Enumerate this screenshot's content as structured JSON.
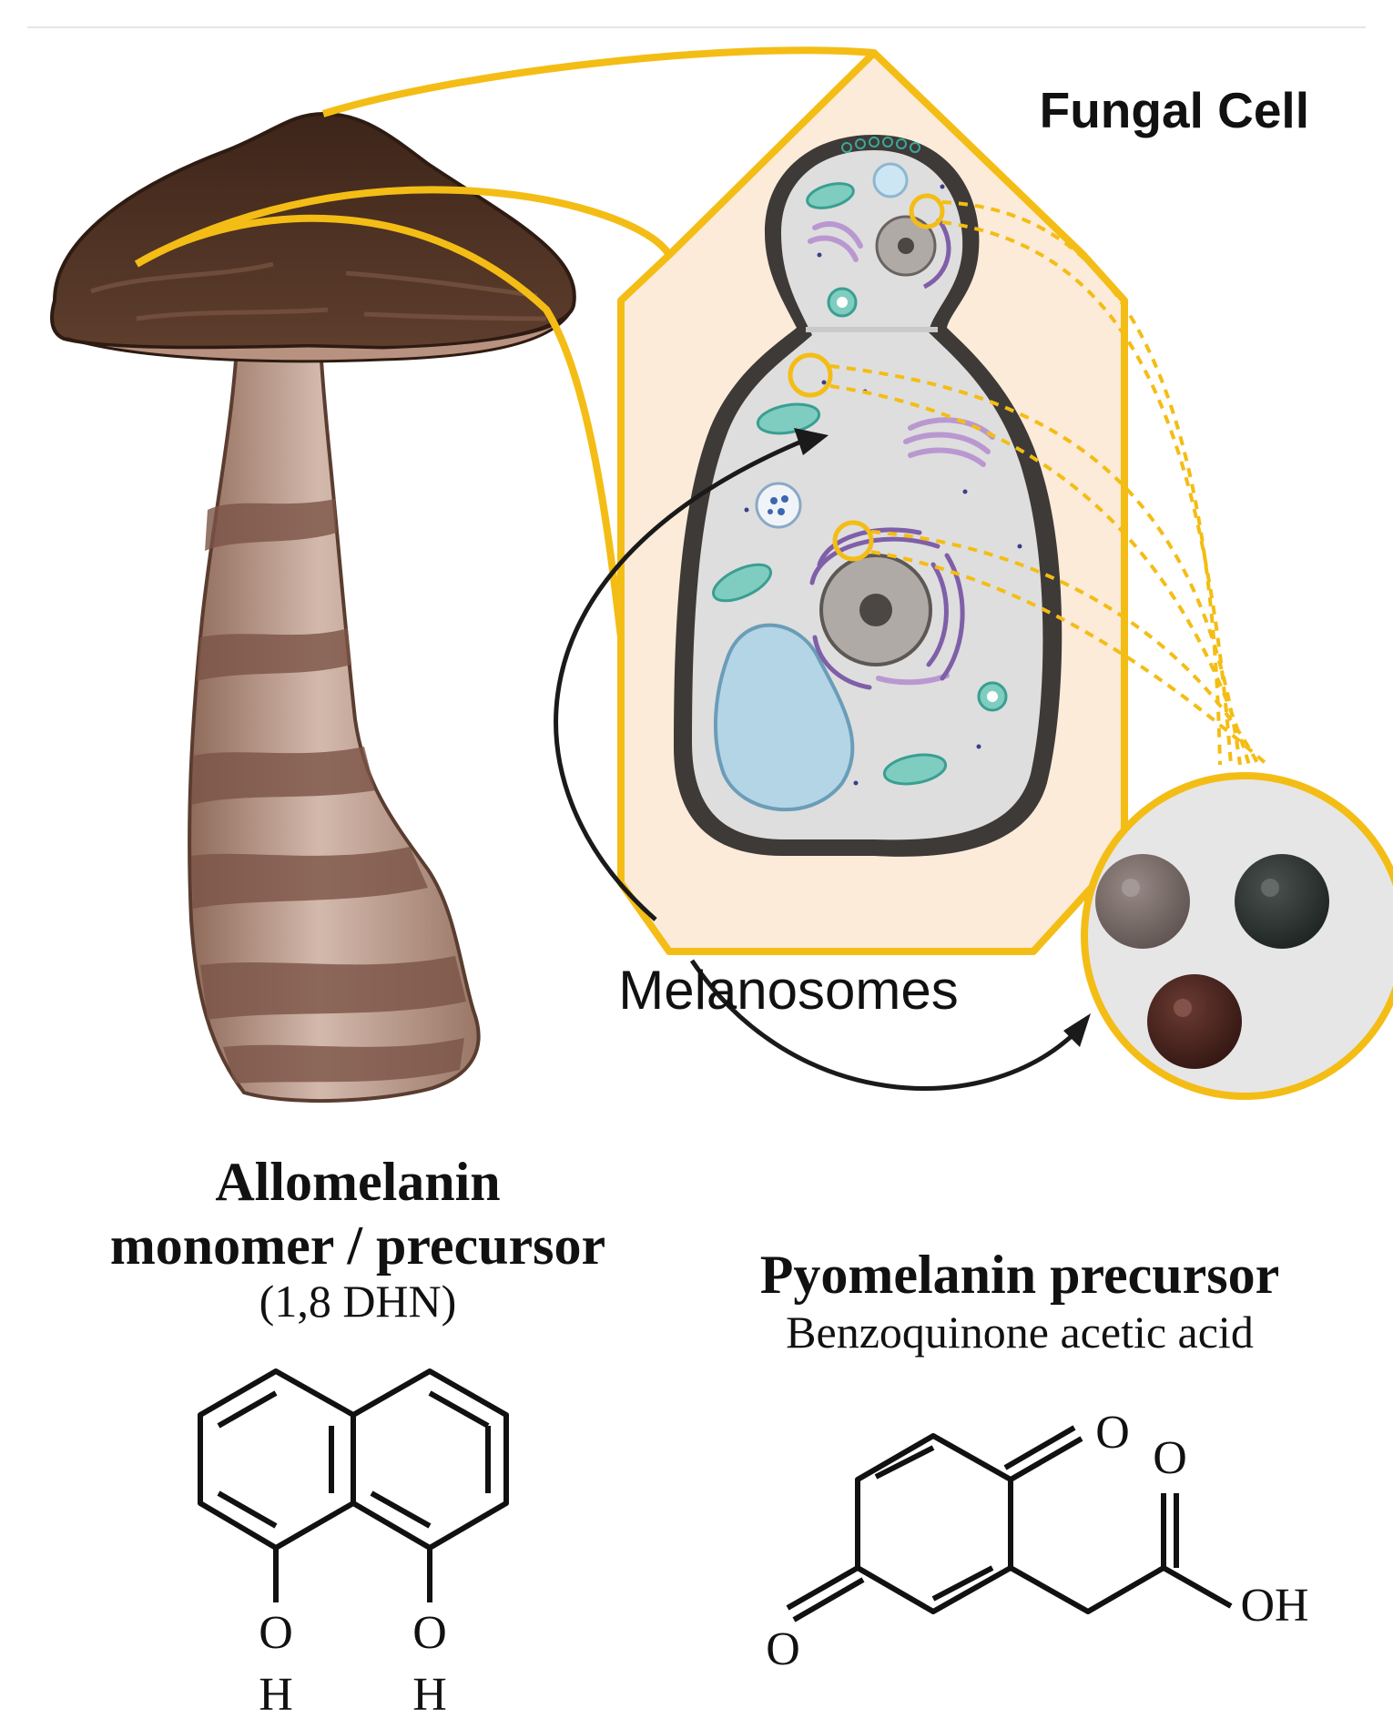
{
  "cell_title": "Fungal Cell",
  "organelle_label": "Melanosomes",
  "allomelanin": {
    "title_line1": "Allomelanin",
    "title_line2": "monomer / precursor",
    "subtitle": "(1,8 DHN)",
    "atoms": {
      "o_left": "O",
      "h_left": "H",
      "o_right": "O",
      "h_right": "H"
    }
  },
  "pyomelanin": {
    "title": "Pyomelanin precursor",
    "subtitle": "Benzoquinone acetic acid",
    "atoms": {
      "o_top": "O",
      "o_left": "O",
      "o_acid": "O",
      "oh_acid": "OH"
    }
  },
  "colors": {
    "highlight": "#f4bd15",
    "hexagon_fill": "#fcebd9",
    "cap": "#4e3325",
    "stem": "#c4a697",
    "cell_wall": "#3e3a37",
    "cytoplasm": "#dedede",
    "vacuole": "#b4d5e6",
    "mitochondria": "#7fcdc0",
    "golgi": "#b998d1",
    "er": "#7f5fa8",
    "melanosome_grey": "#776a66",
    "melanosome_dark": "#323836",
    "melanosome_brown": "#4a2620"
  }
}
